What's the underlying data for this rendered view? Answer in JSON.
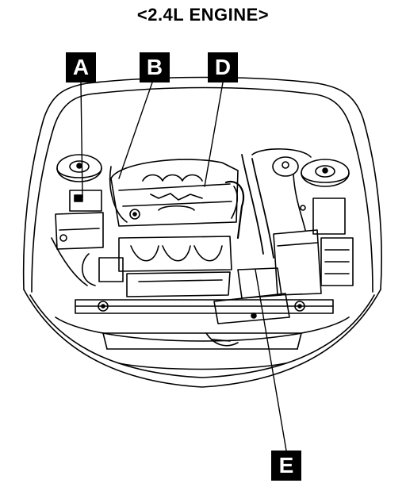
{
  "title": "<2.4L ENGINE>",
  "labels": {
    "a": "A",
    "b": "B",
    "d": "D",
    "e": "E"
  },
  "colors": {
    "ink": "#000000",
    "paper": "#ffffff"
  }
}
